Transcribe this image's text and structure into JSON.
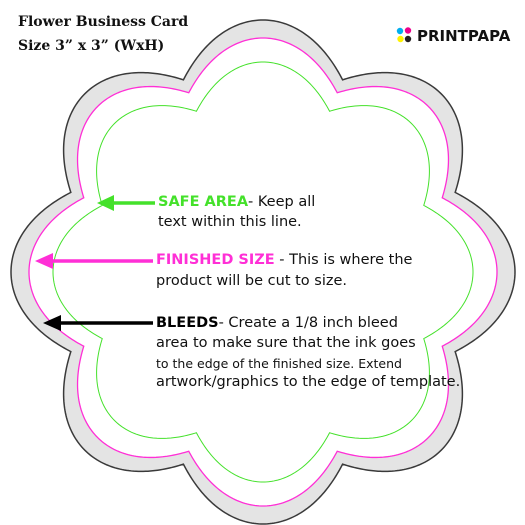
{
  "header": {
    "title": "Flower Business Card",
    "size": "Size  3” x 3” (WxH)"
  },
  "brand": {
    "name": "PRINTPAPA",
    "colors": {
      "cyan": "#00aeef",
      "magenta": "#ec008c",
      "yellow": "#fff200",
      "black": "#231f20"
    }
  },
  "legend": {
    "safe_area": {
      "label": "SAFE AREA",
      "desc_1": "- Keep all",
      "desc_2": "text within this line.",
      "color": "#44e12a"
    },
    "finished_size": {
      "label": "FINISHED SIZE",
      "desc_1": " - This is where the",
      "desc_2": "product will be cut to size.",
      "color": "#ff2fd6"
    },
    "bleeds": {
      "label": "BLEEDS",
      "desc_1": "- Create a 1/8 inch bleed",
      "desc_2": "area to make sure that the ink goes",
      "desc_3": "to the edge of the finished size. Extend",
      "desc_4": "artwork/graphics to the edge of template.",
      "color": "#000000"
    }
  },
  "template_colors": {
    "bleed_fill": "#e4e4e4",
    "bleed_stroke": "#3a3a3a",
    "card_fill": "#ffffff",
    "trim_stroke": "#ff2fd6",
    "safe_stroke": "#44e12a"
  }
}
